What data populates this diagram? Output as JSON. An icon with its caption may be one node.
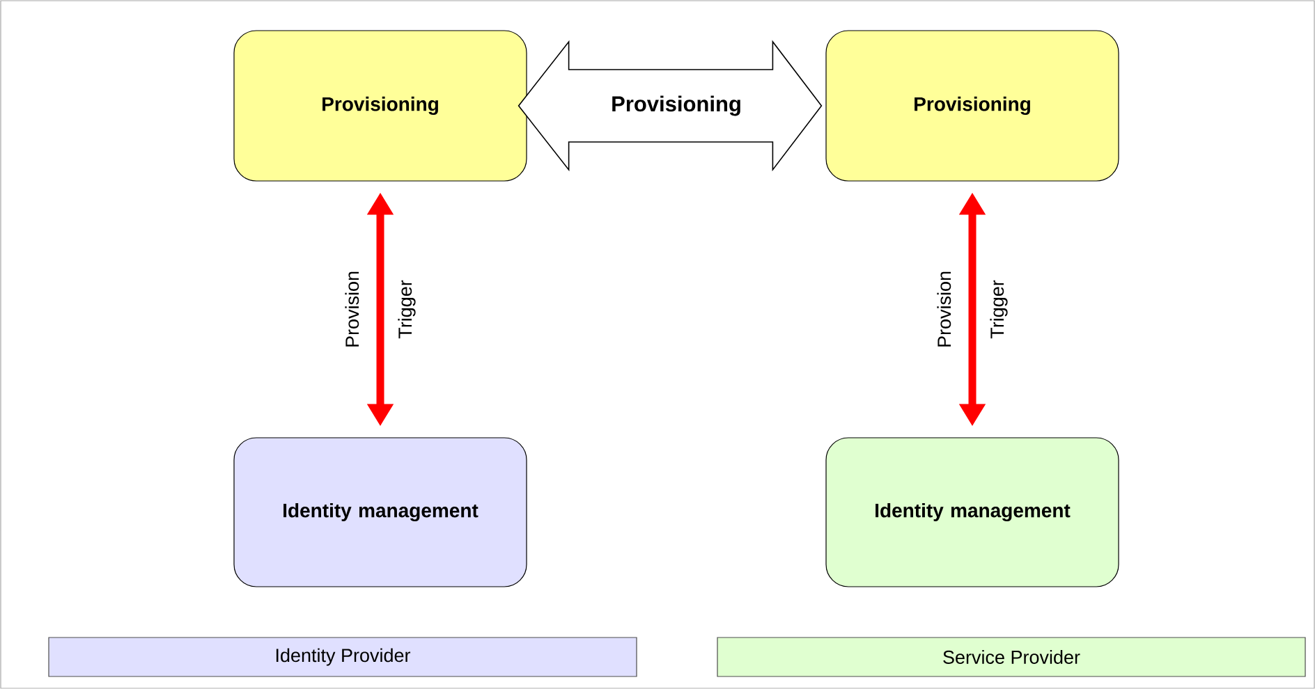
{
  "diagram": {
    "nodes": [
      {
        "text": [
          "Provisioning"
        ]
      },
      {
        "text": [
          "Provisioning"
        ]
      },
      {
        "text": [
          "Identity management"
        ]
      },
      {
        "text": [
          "Identity management"
        ]
      },
      {
        "text": [
          "Identity Provider"
        ]
      },
      {
        "text": [
          "Service Provider"
        ]
      }
    ],
    "edges": [
      {
        "from": 0,
        "to": 1,
        "arrow": "both",
        "label": "Provisioning"
      },
      {
        "from": 0,
        "to": 2,
        "arrow": "both",
        "label": "Provision Trigger",
        "color": "#ff0000"
      },
      {
        "from": 1,
        "to": 3,
        "arrow": "both",
        "label": "Provision Trigger",
        "color": "#ff0000"
      }
    ]
  }
}
